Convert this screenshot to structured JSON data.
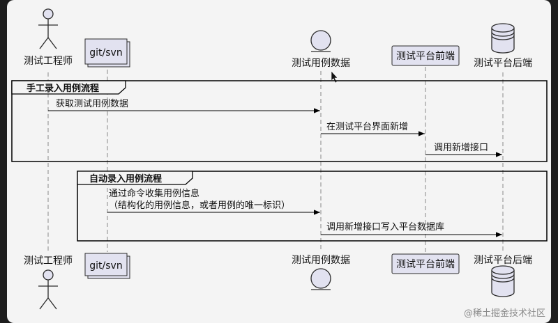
{
  "participants": {
    "tester": "测试工程师",
    "repo": "git/svn",
    "case_data": "测试用例数据",
    "frontend": "测试平台前端",
    "backend": "测试平台后端"
  },
  "groups": {
    "manual": {
      "title": "手工录入用例流程",
      "messages": [
        "获取测试用例数据",
        "在测试平台界面新增",
        "调用新增接口"
      ]
    },
    "auto": {
      "title": "自动录入用例流程",
      "messages": [
        "通过命令收集用例信息",
        "（结构化的用例信息，或者用例的唯一标识）",
        "调用新增接口写入平台数据库"
      ]
    }
  },
  "watermark": "@稀土掘金技术社区",
  "colors": {
    "participant_fill": "#e2e2f0",
    "participant_stroke": "#2a2a2a",
    "lifeline": "#888888",
    "group_border": "#000000",
    "page_bg": "#f4f4f4",
    "frame_bg": "#1e1e1e"
  }
}
